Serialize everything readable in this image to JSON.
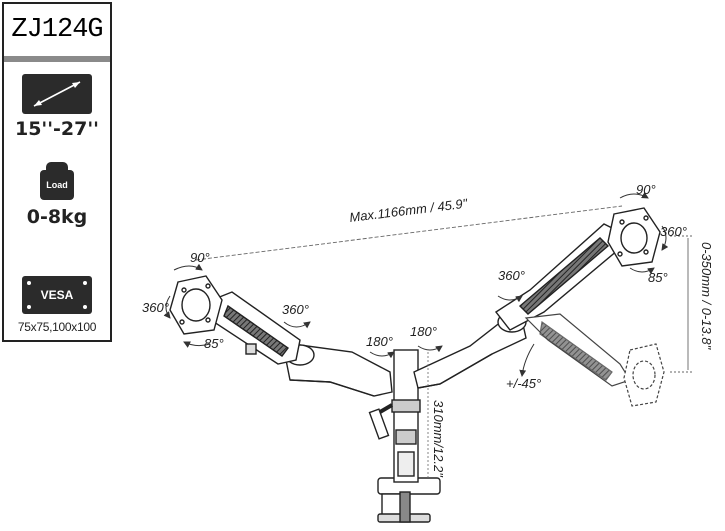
{
  "model": "ZJ124G",
  "specs": {
    "screen_size": "15''-27''",
    "load_icon_label": "Load",
    "load_capacity": "0-8kg",
    "vesa_icon_label": "VESA",
    "vesa_pattern": "75x75,100x100"
  },
  "icons": {
    "screen": "screen-diagonal-icon",
    "load": "weight-icon",
    "vesa": "vesa-plate-icon"
  },
  "annotations": {
    "span": "Max.1166mm / 45.9\"",
    "height_range": "0-350mm / 0-13.8\"",
    "pole_height": "310mm/12.2\"",
    "left_tilt_top": "90°",
    "left_rotate": "360°",
    "left_tilt_bottom": "85°",
    "left_swivel": "360°",
    "left_arm_rotate": "180°",
    "right_arm_rotate": "180°",
    "right_swivel": "360°",
    "right_tilt_top": "90°",
    "right_rotate": "360°",
    "right_tilt_bottom": "85°",
    "right_tilt_range": "+/-45°"
  },
  "colors": {
    "ink": "#222222",
    "panel_border": "#222222",
    "accent_bar": "#8a8a8a"
  }
}
